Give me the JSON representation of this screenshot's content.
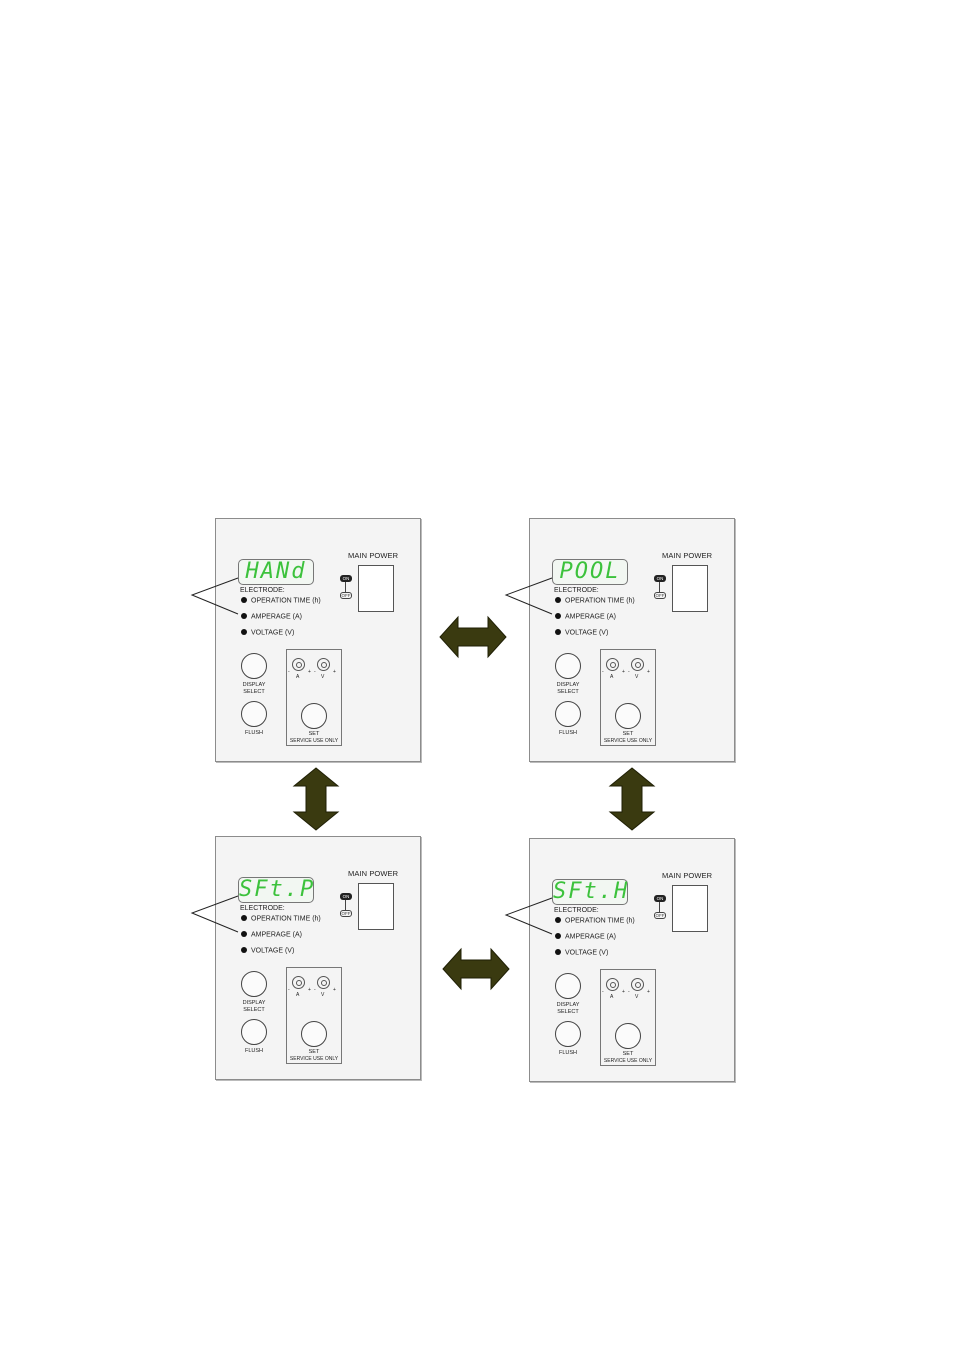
{
  "common": {
    "main_power": "MAIN POWER",
    "switch_on": "ON",
    "switch_off": "OFF",
    "electrode": "ELECTRODE:",
    "indicators": [
      "OPERATION TIME (h)",
      "AMPERAGE (A)",
      "VOLTAGE (V)"
    ],
    "display_select": [
      "DISPLAY",
      "SELECT"
    ],
    "flush": "FLUSH",
    "set": "SET",
    "service": "SERVICE USE ONLY",
    "knob_a": "A",
    "knob_v": "V",
    "minus": "-",
    "plus": "+"
  },
  "panels": [
    {
      "display": "HANd"
    },
    {
      "display": "POOL"
    },
    {
      "display": "SFt.P"
    },
    {
      "display": "SFt.H"
    }
  ],
  "colors": {
    "display_text": "#3cc23c",
    "arrow_fill": "#3a3a10",
    "panel_bg": "#f4f4f4"
  }
}
